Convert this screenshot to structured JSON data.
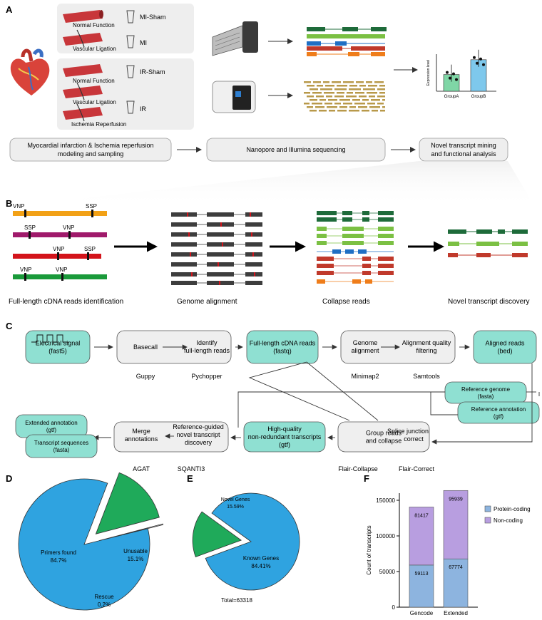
{
  "panels": {
    "a": "A",
    "b": "B",
    "c": "C",
    "d": "D",
    "e": "E",
    "f": "F"
  },
  "panel_a": {
    "sample_group1": [
      {
        "condition": "Normal Function",
        "sample": "MI-Sham"
      },
      {
        "condition": "Vascular Ligation",
        "sample": "MI"
      }
    ],
    "sample_group2": [
      {
        "condition": "Normal Function",
        "sample": "IR-Sham"
      },
      {
        "condition": "Vascular Ligation",
        "sample": "IR"
      },
      {
        "condition": "Ischemia Reperfusion",
        "sample": ""
      }
    ],
    "steps": [
      "Myocardial infarction & Ischemia reperfusion modeling and sampling",
      "Nanopore and Illumina sequencing",
      "Novel transcript mining and functional analysis"
    ],
    "step_lines": [
      [
        "Myocardial infarction & Ischemia reperfusion",
        "modeling and sampling"
      ],
      [
        "Nanopore and Illumina sequencing"
      ],
      [
        "Novel transcript mining",
        "and functional analysis"
      ]
    ],
    "mini_chart": {
      "ylabel": "Expression level",
      "categories": [
        "GroupA",
        "GroupB"
      ],
      "values": [
        0.45,
        0.85
      ],
      "colors": [
        "#7fd6a6",
        "#7ec8ec"
      ]
    }
  },
  "panel_b": {
    "read_labels": [
      [
        "VNP",
        "SSP"
      ],
      [
        "SSP",
        "VNP"
      ],
      [
        "VNP",
        "SSP"
      ],
      [
        "VNP",
        "VNP"
      ]
    ],
    "captions": [
      "Full-length cDNA reads identification",
      "Genome alignment",
      "Collapse reads",
      "Novel transcript discovery"
    ]
  },
  "panel_c": {
    "nodes": {
      "electrical": [
        "Electrical signal",
        "(fast5)"
      ],
      "basecall": "Basecall",
      "identify": [
        "Identify",
        "full-length reads"
      ],
      "fulllength": [
        "Full-length cDNA reads",
        "(fastq)"
      ],
      "genome_align": [
        "Genome",
        "alignment"
      ],
      "align_filter": [
        "Alignment quality",
        "filtering"
      ],
      "aligned": [
        "Aligned reads",
        "(bed)"
      ],
      "ref_genome": [
        "Reference genome",
        "(fasta)"
      ],
      "ref_annot": [
        "Reference annotation",
        "(gtf)"
      ],
      "splice": [
        "Splice junction",
        "correct"
      ],
      "group": [
        "Group reads",
        "and collapse"
      ],
      "hq": [
        "High-quality",
        "non-redundant transcripts",
        "(gtf)"
      ],
      "refguided": [
        "Reference-guided",
        "novel transcript",
        "discovery"
      ],
      "merge": [
        "Merge",
        "annotations"
      ],
      "extended": [
        "Extended annotation",
        "(gtf)"
      ],
      "transcripts": [
        "Transcript sequences",
        "(fasta)"
      ]
    },
    "tools_top": [
      "Guppy",
      "Pychopper",
      "Minimap2",
      "Samtools"
    ],
    "tools_bottom": [
      "AGAT",
      "SQANTI3",
      "Flair-Collapse",
      "Flair-Correct"
    ]
  },
  "chart_data": [
    {
      "type": "pie",
      "panel": "D",
      "labels": [
        "Primers found",
        "Unusable",
        "Rescue"
      ],
      "values": [
        84.7,
        15.1,
        0.2
      ],
      "value_labels": [
        "84.7%",
        "15.1%",
        "0.2%"
      ],
      "colors": [
        "#2fa3e0",
        "#1faa5a",
        "#ffffff"
      ]
    },
    {
      "type": "pie",
      "panel": "E",
      "labels": [
        "Known Genes",
        "Novel Genes"
      ],
      "values": [
        84.41,
        15.59
      ],
      "value_labels": [
        "84.41%",
        "15.59%"
      ],
      "colors": [
        "#2fa3e0",
        "#1faa5a"
      ],
      "footer": "Total=63318"
    },
    {
      "type": "bar",
      "panel": "F",
      "stacked": true,
      "categories": [
        "Gencode",
        "Extended"
      ],
      "series": [
        {
          "name": "Protein-coding",
          "values": [
            59113,
            67774
          ],
          "color": "#8db4df"
        },
        {
          "name": "Non-coding",
          "values": [
            81417,
            95939
          ],
          "color": "#b89ee0"
        }
      ],
      "ylabel": "Count of transcripts",
      "ylim": [
        0,
        160000
      ],
      "yticks": [
        "0",
        "50000",
        "100000",
        "150000"
      ],
      "legend": "right"
    }
  ]
}
